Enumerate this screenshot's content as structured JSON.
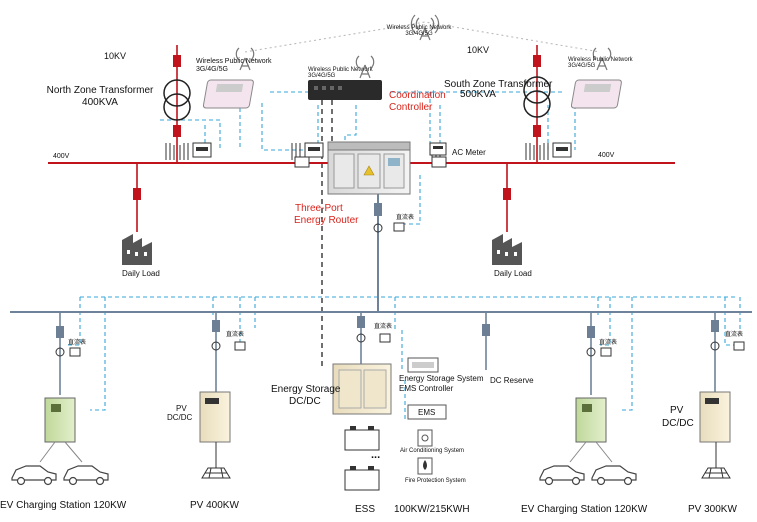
{
  "labels": {
    "kv_left": "10KV",
    "kv_right": "10KV",
    "wpn_top": "Wireless Public Network",
    "wpn_top_sub": "3G/4G/5G",
    "wpn_left": "Wireless Public Network",
    "wpn_left_sub": "3G/4G/5G",
    "wpn_center": "Wireless Public Network",
    "wpn_center_sub": "3G/4G/5G",
    "wpn_right": "Wireless Public Network",
    "wpn_right_sub": "3G/4G/5G",
    "north_transformer": "North Zone Transformer",
    "north_kva": "400KVA",
    "south_transformer": "South Zone Transformer",
    "south_kva": "500KVA",
    "coord_1": "Coordination",
    "coord_2": "Controller",
    "bus_400v_left": "400V",
    "bus_400v_right": "400V",
    "ac_meter": "AC Meter",
    "router_1": "Three-Port",
    "router_2": "Energy Router",
    "daily_load_left": "Daily Load",
    "daily_load_right": "Daily Load",
    "meter_tag": "直流表",
    "es_dcdc_1": "Energy Storage",
    "es_dcdc_2": "DC/DC",
    "ems_1": "Energy Storage System",
    "ems_2": "EMS Controller",
    "ems_box": "EMS",
    "aircon": "Air Conditioning System",
    "fire": "Fire Protection System",
    "dc_reserve": "DC Reserve",
    "pv_dcdc_left_1": "PV",
    "pv_dcdc_left_2": "DC/DC",
    "pv_dcdc_right_1": "PV",
    "pv_dcdc_right_2": "DC/DC",
    "ev_left": "EV Charging Station 120KW",
    "pv_400": "PV 400KW",
    "ess": "ESS",
    "ess_capacity": "100KW/215KWH",
    "ev_right": "EV Charging Station 120KW",
    "pv_300": "PV 300KW",
    "ellipsis": "..."
  },
  "colors": {
    "ac_bus": "#c0131b",
    "dc_bus": "#6e8399",
    "comm_dashed": "#3aa7d8",
    "router_dashed": "#222222",
    "label_red": "#d9241c"
  },
  "icons": {
    "antenna": "antenna-icon",
    "transformer": "transformer-icon",
    "breaker": "breaker-icon",
    "meter": "meter-icon",
    "building": "building-icon",
    "charger": "ev-charger-icon",
    "car": "car-icon",
    "solar": "solar-panel-icon",
    "battery": "battery-icon"
  }
}
